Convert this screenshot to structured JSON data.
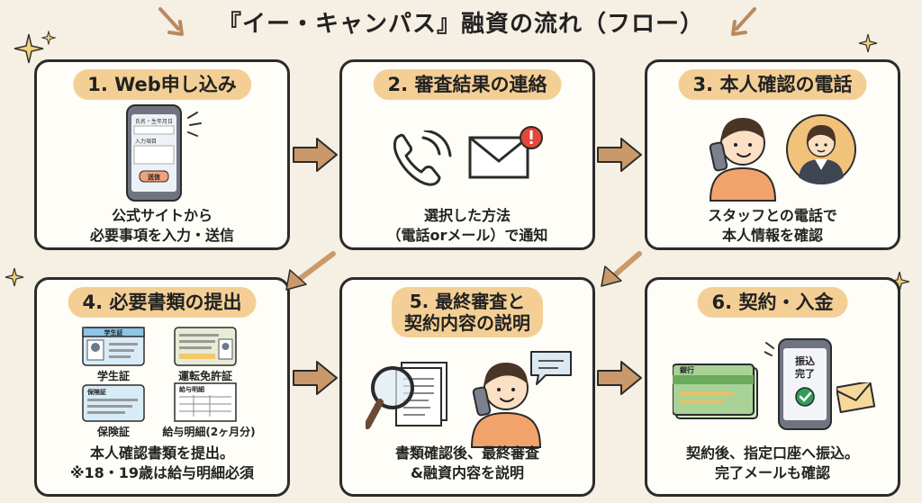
{
  "title": "『イー・キャンパス』融資の流れ（フロー）",
  "steps": [
    {
      "label": "1. Web申し込み",
      "desc_lines": [
        "公式サイトから",
        "必要事項を入力・送信"
      ],
      "phone_fields": [
        "氏名・生年月日",
        "入力項目"
      ],
      "phone_button": "送信"
    },
    {
      "label": "2. 審査結果の連絡",
      "desc_lines": [
        "選択した方法",
        "（電話orメール）で通知"
      ]
    },
    {
      "label": "3. 本人確認の電話",
      "desc_lines": [
        "スタッフとの電話で",
        "本人情報を確認"
      ]
    },
    {
      "label": "4. 必要書類の提出",
      "desc_lines": [
        "本人確認書類を提出。",
        "※18・19歳は給与明細必須"
      ],
      "docs": [
        "学生証",
        "運転免許証",
        "保険証",
        "給与明細(2ヶ月分)"
      ],
      "card_labels": [
        "学生証",
        "保険証",
        "給与明細"
      ]
    },
    {
      "label_lines": [
        "5. 最終審査と",
        "契約内容の説明"
      ],
      "desc_lines": [
        "書類確認後、最終審査",
        "&融資内容を説明"
      ]
    },
    {
      "label": "6. 契約・入金",
      "desc_lines": [
        "契約後、指定口座へ振込。",
        "完了メールも確認"
      ],
      "bank_label": "銀行",
      "phone_text_lines": [
        "振込",
        "完了"
      ]
    }
  ],
  "colors": {
    "background": "#f6efe3",
    "pill": "#f4cf95",
    "arrow": "#c9996b",
    "border": "#2b2b2b"
  }
}
